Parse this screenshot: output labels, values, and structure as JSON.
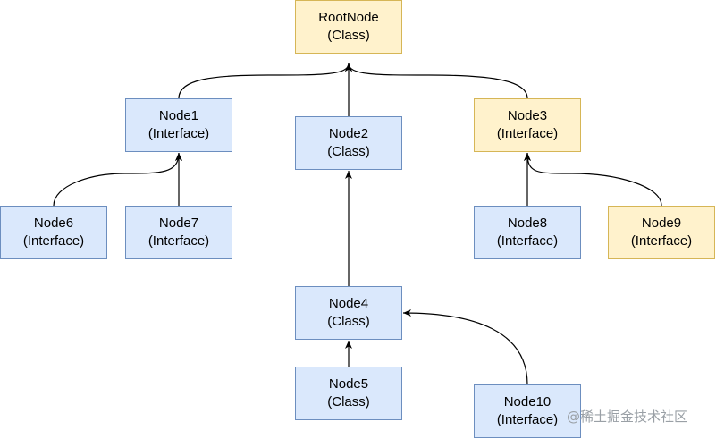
{
  "nodes": {
    "root": {
      "name": "RootNode",
      "kind": "(Class)",
      "color": "#fff2cc"
    },
    "node1": {
      "name": "Node1",
      "kind": "(Interface)",
      "color": "#dae8fc"
    },
    "node2": {
      "name": "Node2",
      "kind": "(Class)",
      "color": "#dae8fc"
    },
    "node3": {
      "name": "Node3",
      "kind": "(Interface)",
      "color": "#fff2cc"
    },
    "node4": {
      "name": "Node4",
      "kind": "(Class)",
      "color": "#dae8fc"
    },
    "node5": {
      "name": "Node5",
      "kind": "(Class)",
      "color": "#dae8fc"
    },
    "node6": {
      "name": "Node6",
      "kind": "(Interface)",
      "color": "#dae8fc"
    },
    "node7": {
      "name": "Node7",
      "kind": "(Interface)",
      "color": "#dae8fc"
    },
    "node8": {
      "name": "Node8",
      "kind": "(Interface)",
      "color": "#dae8fc"
    },
    "node9": {
      "name": "Node9",
      "kind": "(Interface)",
      "color": "#fff2cc"
    },
    "node10": {
      "name": "Node10",
      "kind": "(Interface)",
      "color": "#dae8fc"
    }
  },
  "edges": [
    {
      "from": "Node1",
      "to": "RootNode"
    },
    {
      "from": "Node2",
      "to": "RootNode"
    },
    {
      "from": "Node3",
      "to": "RootNode"
    },
    {
      "from": "Node6",
      "to": "Node1"
    },
    {
      "from": "Node7",
      "to": "Node1"
    },
    {
      "from": "Node4",
      "to": "Node2"
    },
    {
      "from": "Node8",
      "to": "Node3"
    },
    {
      "from": "Node9",
      "to": "Node3"
    },
    {
      "from": "Node5",
      "to": "Node4"
    },
    {
      "from": "Node10",
      "to": "Node4"
    }
  ],
  "watermark": "@稀土掘金技术社区"
}
